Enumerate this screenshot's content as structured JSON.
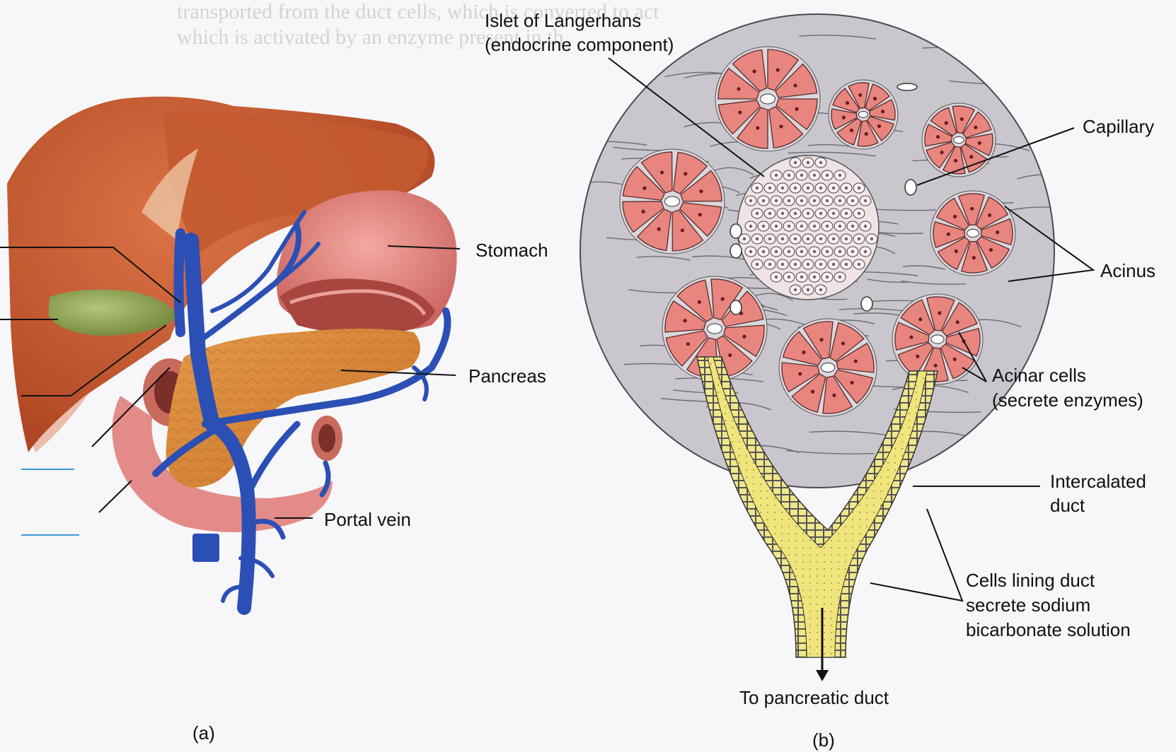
{
  "background_text": {
    "line1": "transported from the duct cells, which is converted to act",
    "line2": "which is activated by an enzyme present in th"
  },
  "panel_a": {
    "caption": "(a)",
    "labels": {
      "stomach": "Stomach",
      "pancreas": "Pancreas",
      "portal_vein": "Portal vein"
    }
  },
  "panel_b": {
    "caption": "(b)",
    "labels": {
      "islet_line1": "Islet of Langerhans",
      "islet_line2": "(endocrine component)",
      "capillary": "Capillary",
      "acinus": "Acinus",
      "acinar_line1": "Acinar cells",
      "acinar_line2": "(secrete enzymes)",
      "intercalated_line1": "Intercalated",
      "intercalated_line2": "duct",
      "lining_line1": "Cells lining duct",
      "lining_line2": "secrete sodium",
      "lining_line3": "bicarbonate solution",
      "pancreatic_duct": "To pancreatic duct"
    }
  },
  "colors": {
    "liver": "#c2562c",
    "stomach": "#d9736e",
    "pancreas": "#d9883c",
    "vein": "#2b4fb5",
    "gallbladder": "#8aa04e",
    "acinus_cell": "#e8857f",
    "tissue": "#c9c7cd",
    "duct": "#ece27a"
  }
}
